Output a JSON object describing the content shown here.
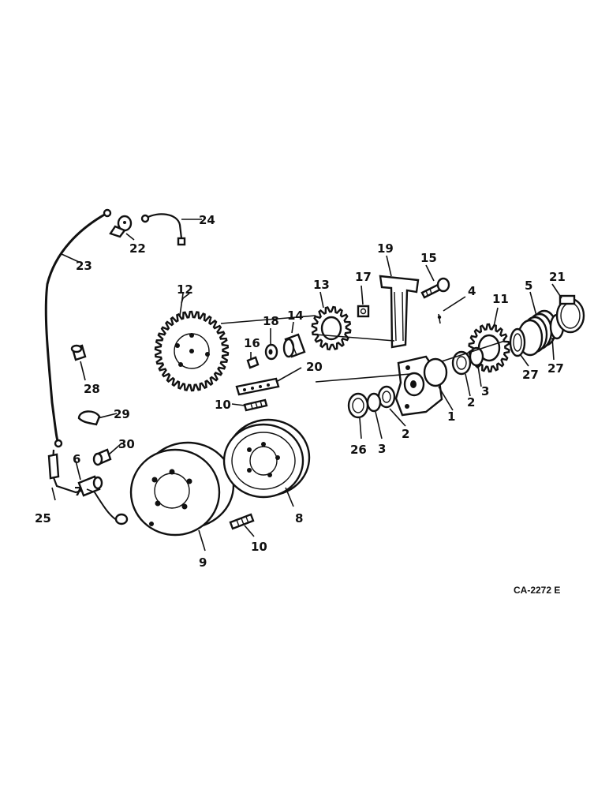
{
  "diagram": {
    "drawing_code": "CA-2272 E",
    "callouts": [
      {
        "id": "c1",
        "text": "1"
      },
      {
        "id": "c2a",
        "text": "2"
      },
      {
        "id": "c2b",
        "text": "2"
      },
      {
        "id": "c3a",
        "text": "3"
      },
      {
        "id": "c3b",
        "text": "3"
      },
      {
        "id": "c4",
        "text": "4"
      },
      {
        "id": "c5",
        "text": "5"
      },
      {
        "id": "c6",
        "text": "6"
      },
      {
        "id": "c7",
        "text": "7"
      },
      {
        "id": "c8",
        "text": "8"
      },
      {
        "id": "c9",
        "text": "9"
      },
      {
        "id": "c10a",
        "text": "10"
      },
      {
        "id": "c10b",
        "text": "10"
      },
      {
        "id": "c11",
        "text": "11"
      },
      {
        "id": "c12",
        "text": "12"
      },
      {
        "id": "c13",
        "text": "13"
      },
      {
        "id": "c14",
        "text": "14"
      },
      {
        "id": "c15",
        "text": "15"
      },
      {
        "id": "c16",
        "text": "16"
      },
      {
        "id": "c17",
        "text": "17"
      },
      {
        "id": "c18",
        "text": "18"
      },
      {
        "id": "c19",
        "text": "19"
      },
      {
        "id": "c20",
        "text": "20"
      },
      {
        "id": "c21",
        "text": "21"
      },
      {
        "id": "c22",
        "text": "22"
      },
      {
        "id": "c23",
        "text": "23"
      },
      {
        "id": "c24",
        "text": "24"
      },
      {
        "id": "c25",
        "text": "25"
      },
      {
        "id": "c26",
        "text": "26"
      },
      {
        "id": "c27a",
        "text": "27"
      },
      {
        "id": "c27b",
        "text": "27"
      },
      {
        "id": "c28",
        "text": "28"
      },
      {
        "id": "c29",
        "text": "29"
      },
      {
        "id": "c30",
        "text": "30"
      }
    ]
  }
}
